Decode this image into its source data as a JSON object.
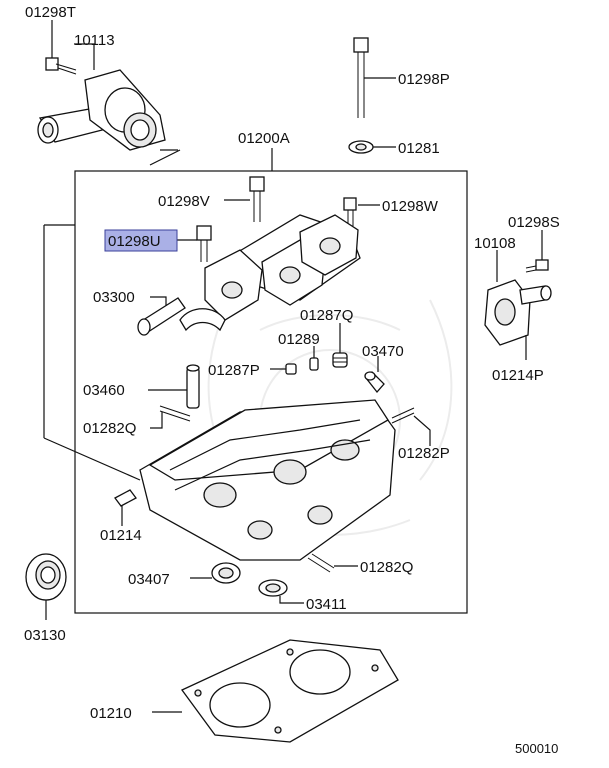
{
  "diagram_code": "500010",
  "selected_part": "01298U",
  "labels": {
    "p01298T": "01298T",
    "p10113": "10113",
    "p01298P": "01298P",
    "p01281": "01281",
    "p01200A": "01200A",
    "p01298V": "01298V",
    "p01298W": "01298W",
    "p01298U": "01298U",
    "p01298S": "01298S",
    "p10108": "10108",
    "p03300": "03300",
    "p01287Q": "01287Q",
    "p01289": "01289",
    "p03470": "03470",
    "p01214P": "01214P",
    "p01287P": "01287P",
    "p03460": "03460",
    "p01282Q_top": "01282Q",
    "p01282P": "01282P",
    "p01214": "01214",
    "p03407": "03407",
    "p01282Q_bottom": "01282Q",
    "p03411": "03411",
    "p03130": "03130",
    "p01210": "01210"
  },
  "colors": {
    "highlight_fill": "#aab0e6",
    "highlight_stroke": "#3a3f9a",
    "line": "#111111"
  }
}
